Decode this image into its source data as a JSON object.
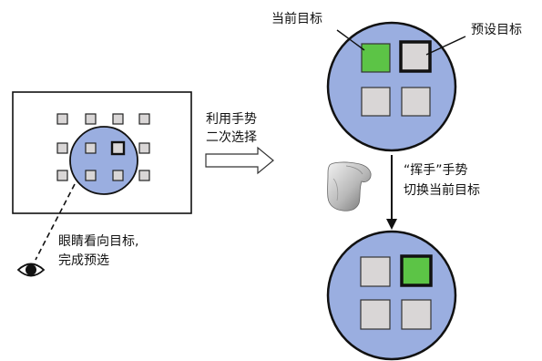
{
  "labels": {
    "current_target": "当前目标",
    "preset_target": "预设目标",
    "gesture_line1": "利用手势",
    "gesture_line2": "二次选择",
    "wave_line1": "“挥手”手势",
    "wave_line2": "切换当前目标",
    "eye_line1": "眼睛看向目标,",
    "eye_line2": "完成预选"
  },
  "colors": {
    "circle_fill": "#9aaee0",
    "tile_fill": "#d9d6d6",
    "current_fill": "#5cc446",
    "outline": "#111111"
  },
  "icons": {
    "eye": "eye-icon",
    "hand": "hand-icon",
    "hollow_arrow": "hollow-arrow-right-icon",
    "down_arrow": "arrow-down-icon"
  }
}
